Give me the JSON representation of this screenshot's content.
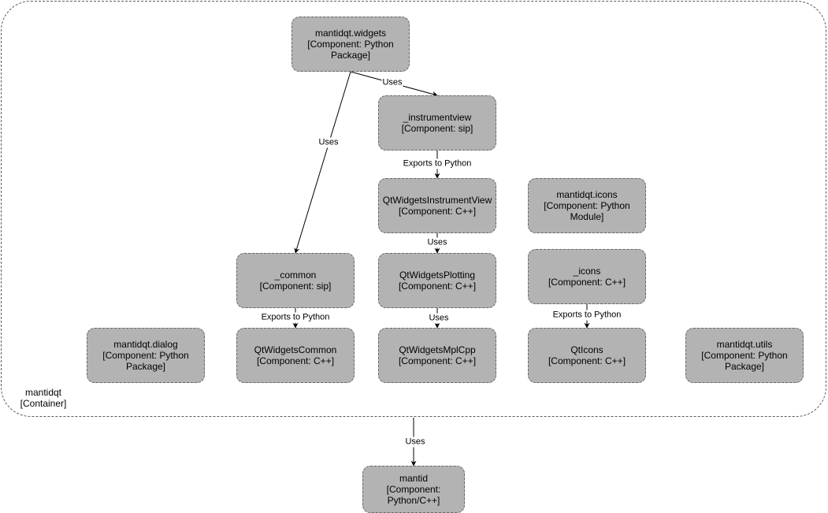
{
  "container": {
    "name": "mantidqt",
    "type": "[Container]"
  },
  "nodes": {
    "widgets": {
      "lines": [
        "mantidqt.widgets",
        "[Component: Python",
        "Package]"
      ]
    },
    "instview": {
      "lines": [
        "_instrumentview",
        "[Component: sip]"
      ]
    },
    "qtinst": {
      "lines": [
        "QtWidgetsInstrumentView",
        "[Component: C++]"
      ]
    },
    "qtplot": {
      "lines": [
        "QtWidgetsPlotting",
        "[Component: C++]"
      ]
    },
    "qtmpl": {
      "lines": [
        "QtWidgetsMplCpp",
        "[Component: C++]"
      ]
    },
    "common": {
      "lines": [
        "_common",
        "[Component: sip]"
      ]
    },
    "qtcommon": {
      "lines": [
        "QtWidgetsCommon",
        "[Component: C++]"
      ]
    },
    "dialog": {
      "lines": [
        "mantidqt.dialog",
        "[Component: Python",
        "Package]"
      ]
    },
    "iconsmod": {
      "lines": [
        "mantidqt.icons",
        "[Component: Python",
        "Module]"
      ]
    },
    "iconscpp": {
      "lines": [
        "_icons",
        "[Component: C++]"
      ]
    },
    "qticons": {
      "lines": [
        "QtIcons",
        "[Component: C++]"
      ]
    },
    "utils": {
      "lines": [
        "mantidqt.utils",
        "[Component: Python",
        "Package]"
      ]
    },
    "mantid": {
      "lines": [
        "mantid",
        "[Component:",
        "Python/C++]"
      ]
    }
  },
  "edges": {
    "widgets_instview": "Uses",
    "widgets_common": "Uses",
    "instview_qtinst": "Exports to Python",
    "qtinst_qtplot": "Uses",
    "qtplot_qtmpl": "Uses",
    "common_qtcommon": "Exports to Python",
    "iconscpp_qticons": "Exports to Python",
    "container_mantid": "Uses"
  },
  "colors": {
    "node_fill": "#b3b3b3",
    "node_border": "#666666",
    "edge": "#000000"
  }
}
